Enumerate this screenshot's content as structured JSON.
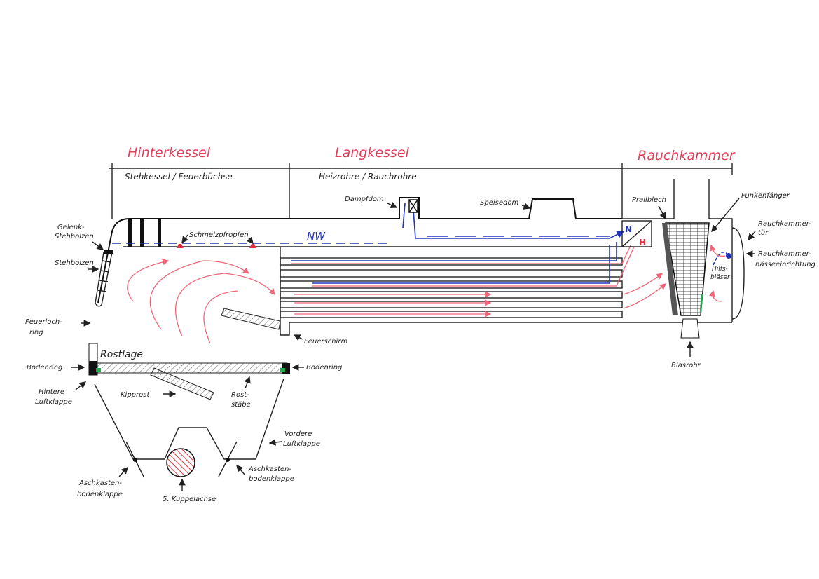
{
  "sections": {
    "hinterkessel": "Hinterkessel",
    "langkessel": "Langkessel",
    "rauchkammer": "Rauchkammer"
  },
  "subsections": {
    "stehkessel": "Stehkessel / Feuerbüchse",
    "heizrohre": "Heizrohre / Rauchrohre"
  },
  "labels": {
    "dampfdom": "Dampfdom",
    "speisedom": "Speisedom",
    "nw": "NW",
    "schmelzpfropfen": "Schmelzpfropfen",
    "gelenk_1": "Gelenk-",
    "gelenk_2": "Stehbolzen",
    "stehbolzen": "Stehbolzen",
    "feuerloch_1": "Feuerloch-",
    "feuerloch_2": "ring",
    "rostlage": "Rostlage",
    "bodenring_left": "Bodenring",
    "bodenring_right": "Bodenring",
    "hintere_1": "Hintere",
    "hintere_2": "Luftklappe",
    "kipprost": "Kipprost",
    "roststaebe_1": "Rost-",
    "roststaebe_2": "stäbe",
    "feuerschirm": "Feuerschirm",
    "vordere_1": "Vordere",
    "vordere_2": "Luftklappe",
    "aschkasten_l1": "Aschkasten-",
    "aschkasten_l2": "bodenklappe",
    "aschkasten_r1": "Aschkasten-",
    "aschkasten_r2": "bodenklappe",
    "kuppelachse": "5. Kuppelachse",
    "prallblech": "Prallblech",
    "funkenfaenger": "Funkenfänger",
    "tuer_1": "Rauchkammer-",
    "tuer_2": "tür",
    "naesse_1": "Rauchkammer-",
    "naesse_2": "nässeeinrichtung",
    "hilfsblaeser_1": "Hilfs-",
    "hilfsblaeser_2": "bläser",
    "blasrohr": "Blasrohr",
    "n": "N",
    "h": "H"
  },
  "colors": {
    "heading": "#e0405a",
    "flame": "#ee6677",
    "steam": "#2233bb",
    "green": "#22aa55"
  }
}
